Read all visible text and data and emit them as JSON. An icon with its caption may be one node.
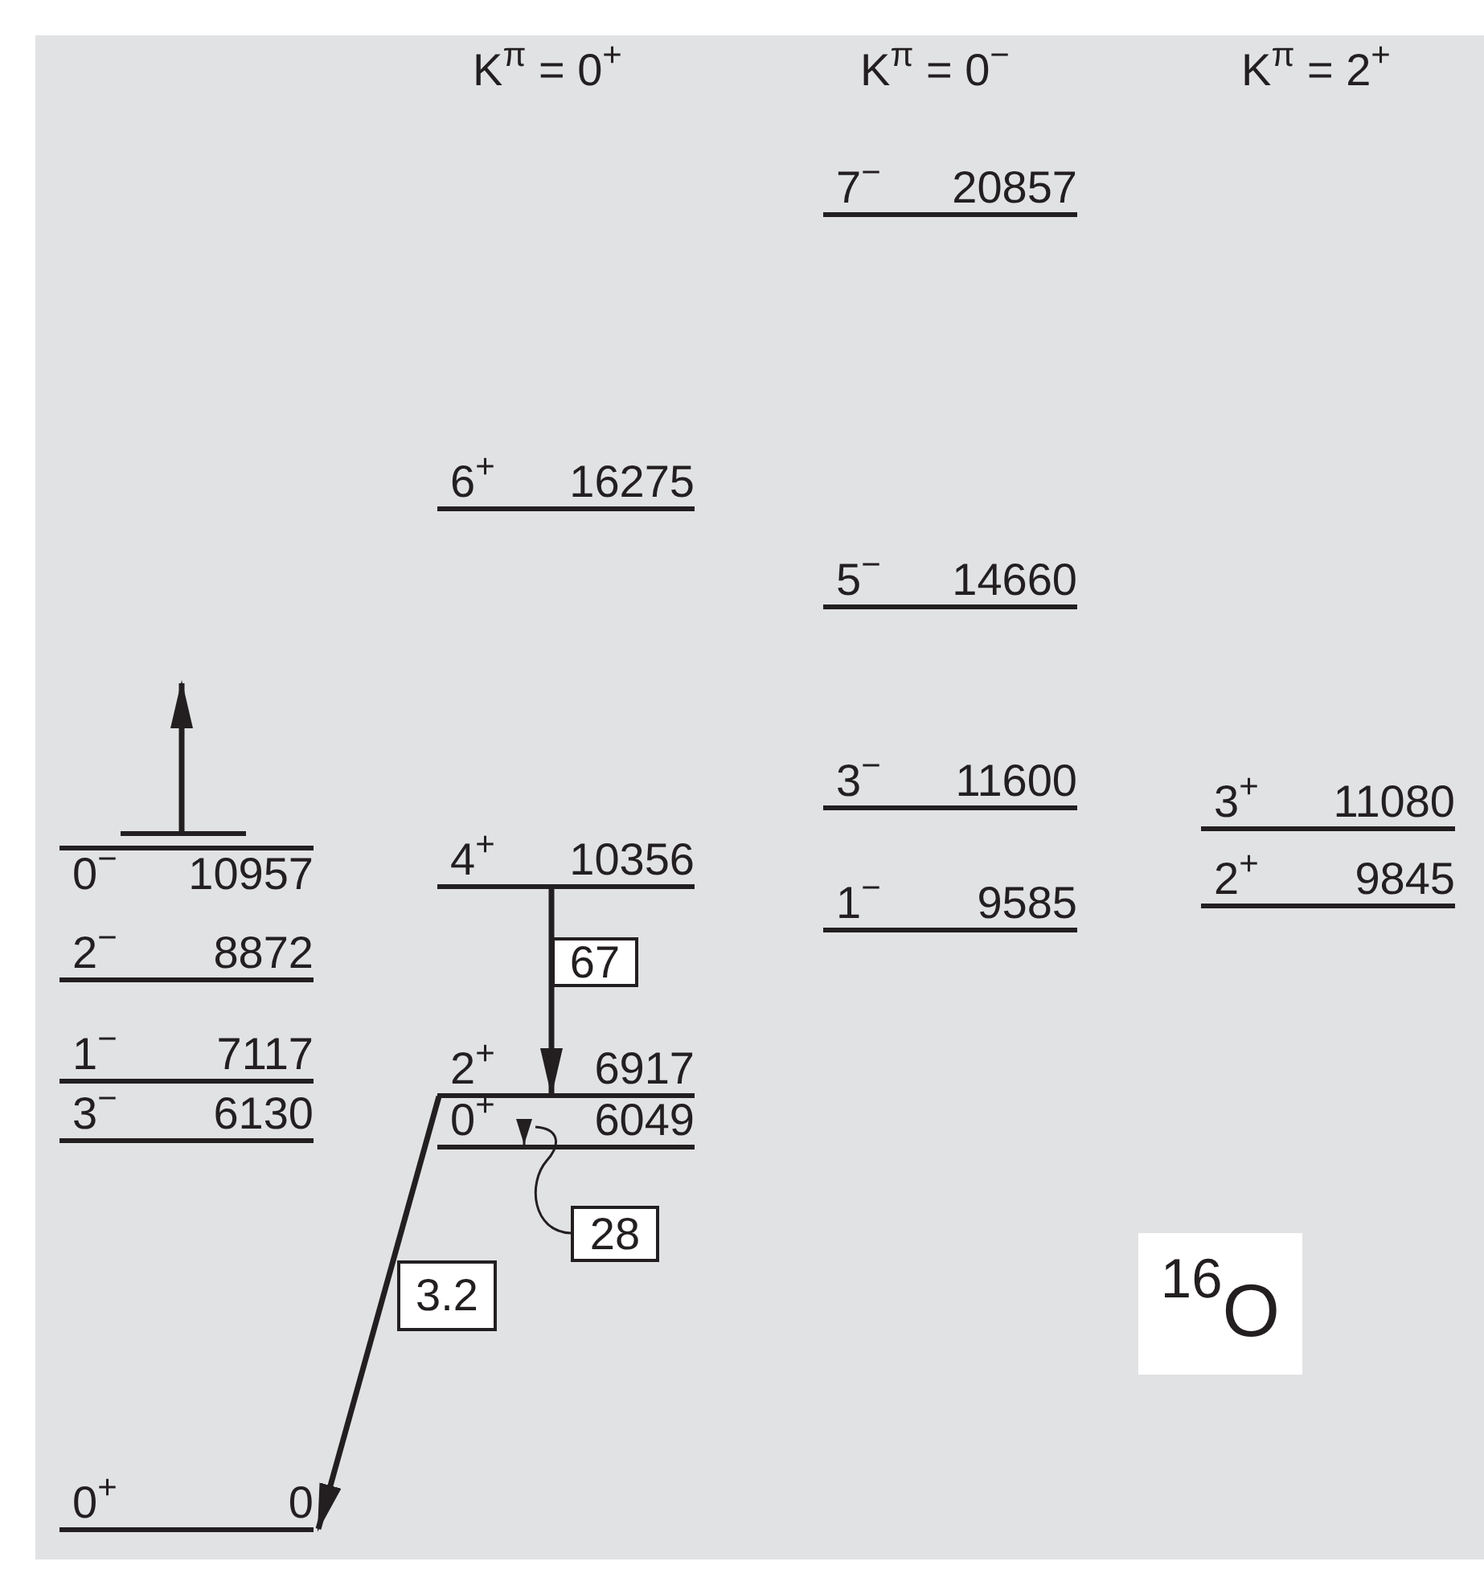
{
  "diagram": {
    "nodes": [
      {
        "text": [
          "7$^{−}$",
          "20857"
        ]
      },
      {
        "text": [
          "6$^{+}$",
          "16275"
        ]
      },
      {
        "text": [
          "5$^{−}$",
          "14660"
        ]
      },
      {
        "text": [
          "3$^{−}$",
          "11600"
        ]
      },
      {
        "text": [
          "3$^{+}$",
          "11080"
        ]
      },
      {
        "text": [],
        "shape": "bar"
      },
      {
        "text": [
          "0$^{−}$",
          "10957"
        ]
      },
      {
        "text": [
          "4$^{+}$",
          "10356"
        ]
      },
      {
        "text": [
          "2$^{+}$",
          "9845"
        ]
      },
      {
        "text": [
          "1$^{−}$",
          "9585"
        ]
      },
      {
        "text": [
          "2$^{−}$",
          "8872"
        ]
      },
      {
        "text": [
          "1$^{−}$",
          "7117"
        ]
      },
      {
        "text": [
          "2$^{+}$",
          "6917"
        ]
      },
      {
        "text": [
          "3$^{−}$",
          "6130"
        ]
      },
      {
        "text": [
          "0$^{+}$",
          "6049"
        ]
      },
      {
        "text": [
          "0$^{+}$",
          "0"
        ]
      },
      {
        "text": [
          "28"
        ]
      },
      {
        "text": [
          "67"
        ]
      },
      {
        "text": [
          "3.2"
        ]
      }
    ],
    "edges": [
      {
        "from": 7,
        "to": 12,
        "arrow": "to"
      },
      {
        "from": 12,
        "to": 15,
        "arrow": "to"
      },
      {
        "from": null,
        "to": 14,
        "arrow": "to"
      },
      {
        "from": 5,
        "to": null,
        "arrow": "to"
      },
      {
        "from": 16,
        "to": 14,
        "arrow": "none"
      }
    ],
    "labels": [
      "K$^{π}$ = 0$^{+}$",
      "K$^{π}$ = 0$^{−}$",
      "K$^{π}$ = 2$^{+}$",
      "$^{16}$O"
    ]
  }
}
